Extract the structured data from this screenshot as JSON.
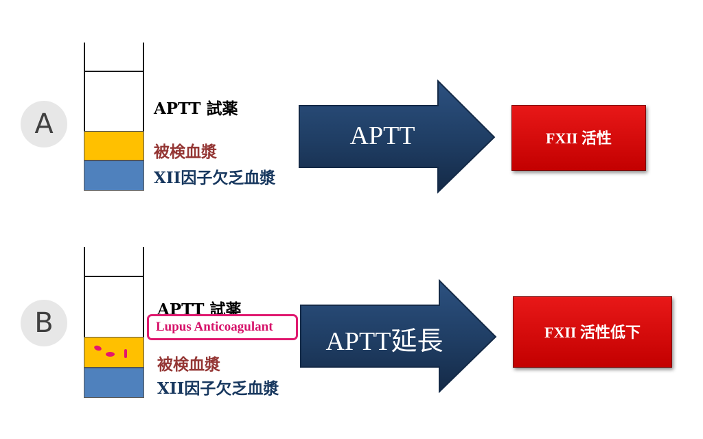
{
  "rowA": {
    "letter": "A",
    "reagent": "APTT 試薬",
    "sample": "被検血漿",
    "plasma": "XII因子欠乏血漿",
    "arrow": "APTT",
    "result": "FXII 活性"
  },
  "rowB": {
    "letter": "B",
    "reagent": "APTT 試薬",
    "inhibitor": "Lupus Anticoagulant",
    "sample": "被検血漿",
    "plasma": "XII因子欠乏血漿",
    "arrow": "APTT延長",
    "result": "FXII 活性低下"
  },
  "colors": {
    "sample_layer": "#ffc000",
    "plasma_layer": "#4f81bd",
    "arrow_fill": "#1f3d63",
    "result_box": "#d40000",
    "lupus_highlight": "#e0196f"
  }
}
